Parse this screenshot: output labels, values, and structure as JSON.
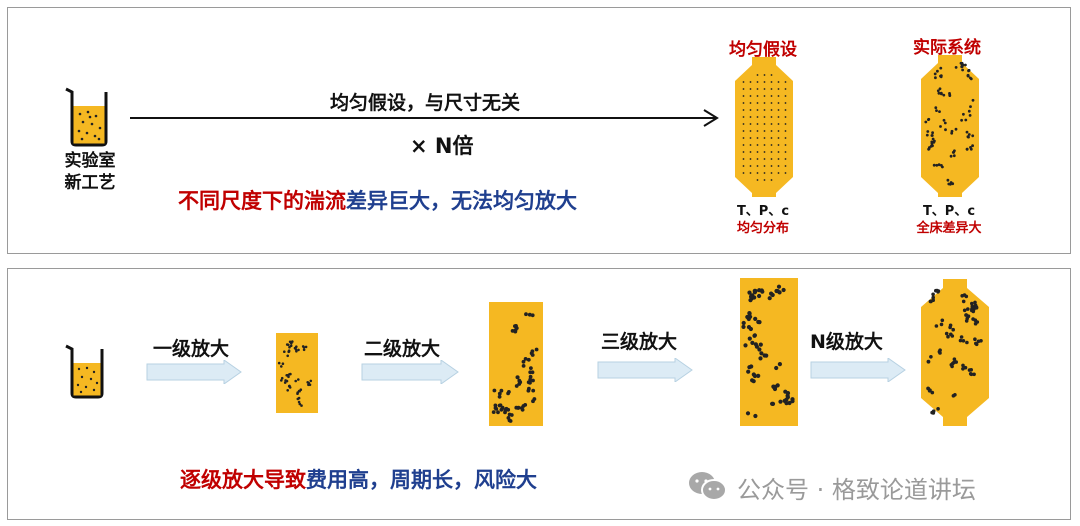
{
  "top": {
    "lab_label_line1": "实验室",
    "lab_label_line2": "新工艺",
    "arrow_label": "均匀假设，与尺寸无关",
    "multiplier": "× N倍",
    "bottom_text_red": "不同尺度下的湍流",
    "bottom_text_blue": "差异巨大，无法均匀放大",
    "uniform_title": "均匀假设",
    "uniform_sub1": "T、P、c",
    "uniform_sub2": "均匀分布",
    "actual_title": "实际系统",
    "actual_sub1": "T、P、c",
    "actual_sub2": "全床差异大"
  },
  "bottom": {
    "steps": [
      "一级放大",
      "二级放大",
      "三级放大",
      "N级放大"
    ],
    "conclusion_red": "逐级放大导致",
    "conclusion_blue": "费用高，周期长，风险大"
  },
  "watermark": "公众号 · 格致论道讲坛",
  "colors": {
    "reactor_fill": "#f5b822",
    "accent_red": "#c00000",
    "accent_blue": "#1f3f8f",
    "arrow_fill": "#dcebf5"
  }
}
